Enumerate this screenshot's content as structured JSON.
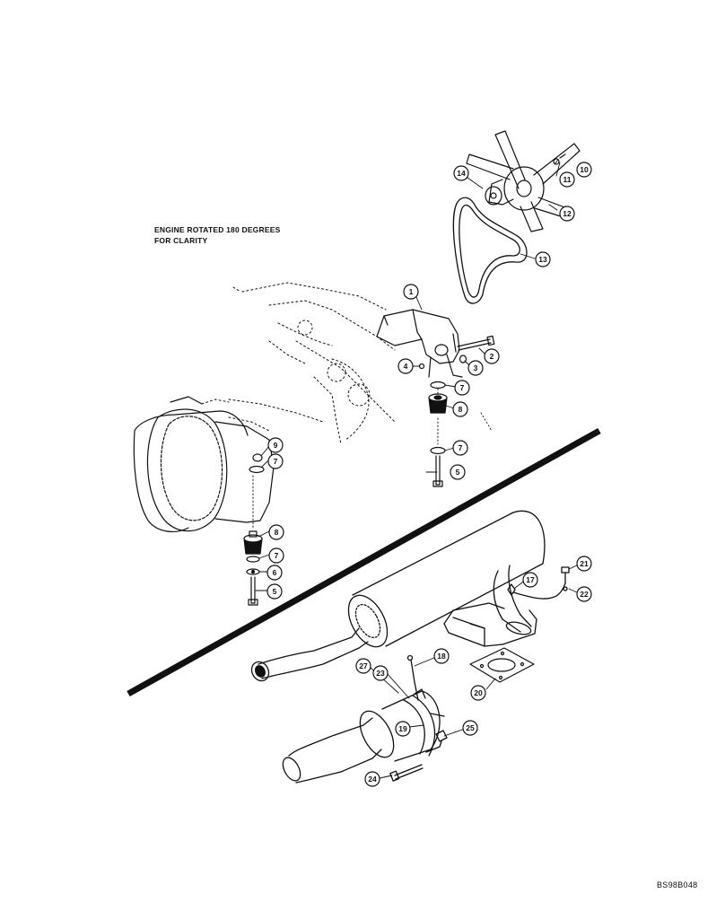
{
  "note": {
    "line1": "ENGINE ROTATED 180 DEGREES",
    "line2": "FOR CLARITY"
  },
  "drawing_code": "BS98B048",
  "callouts": [
    "1",
    "2",
    "3",
    "4",
    "5",
    "5",
    "6",
    "7",
    "7",
    "7",
    "7",
    "8",
    "8",
    "9",
    "10",
    "11",
    "12",
    "13",
    "14",
    "17",
    "18",
    "19",
    "20",
    "21",
    "22",
    "23",
    "24",
    "25",
    "27"
  ]
}
